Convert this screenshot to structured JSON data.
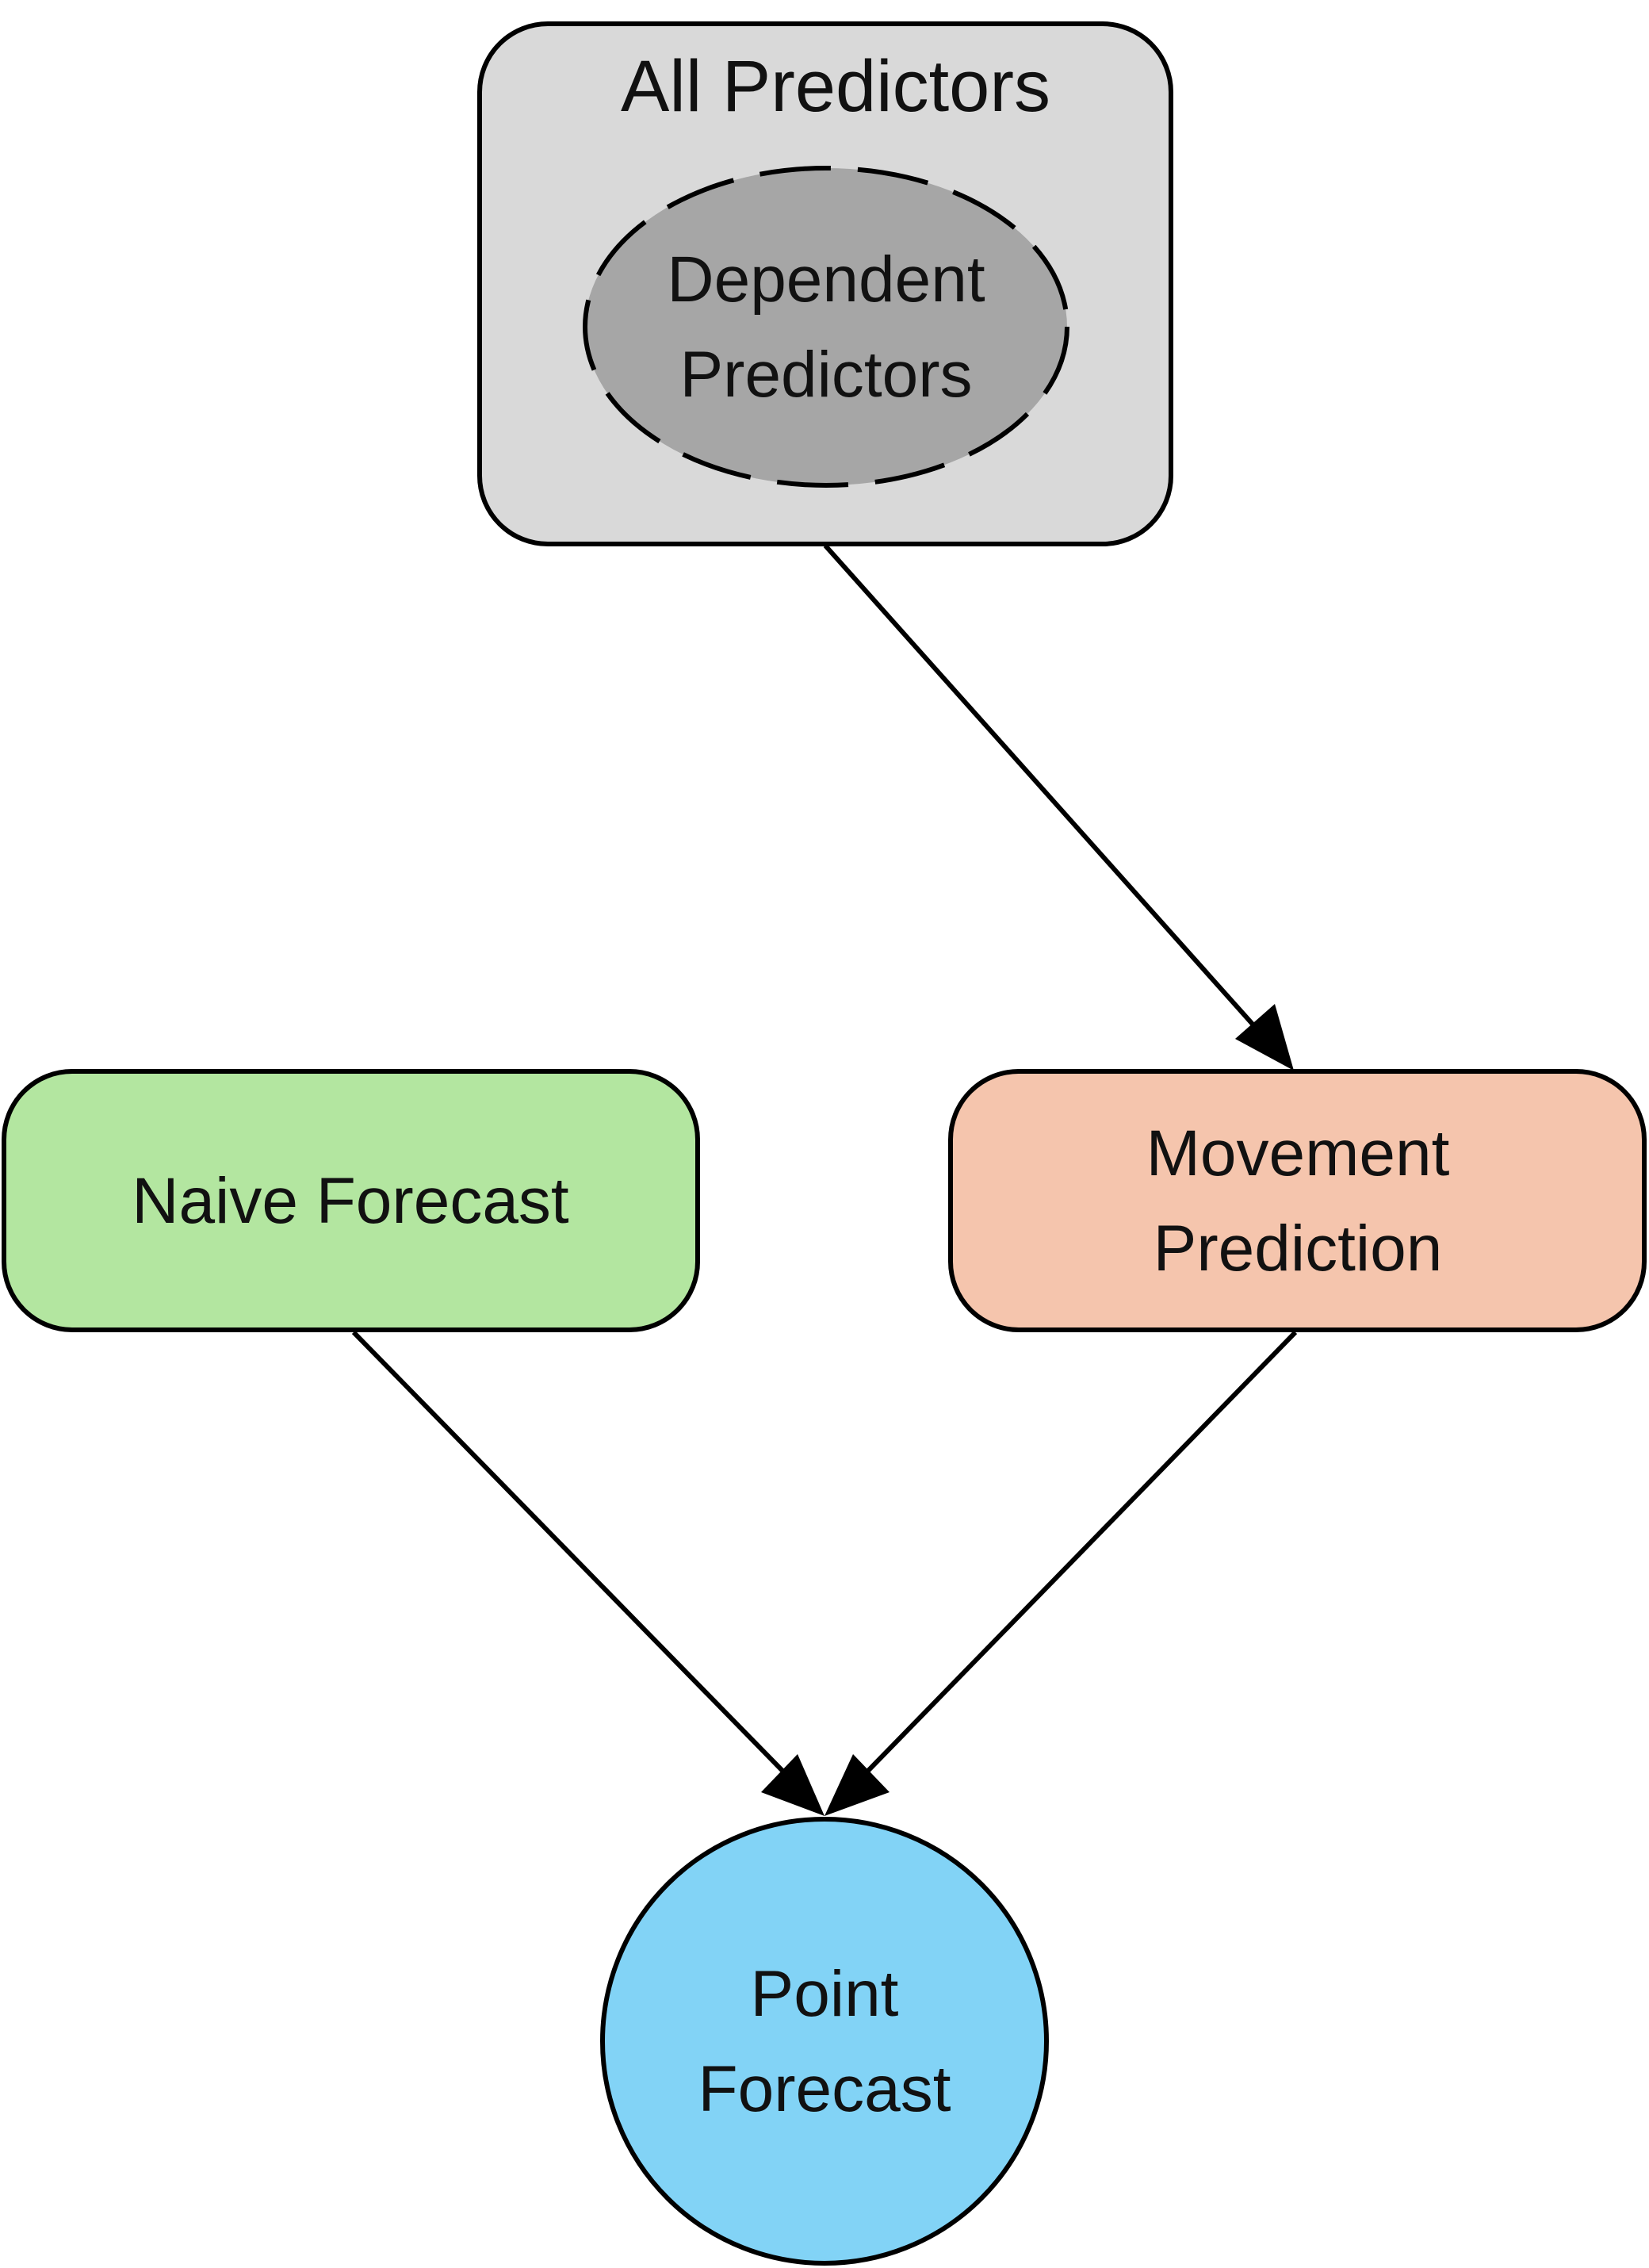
{
  "nodes": {
    "all_predictors": {
      "label": "All Predictors",
      "fill": "#d9d9d9"
    },
    "dependent_predictors": {
      "line1": "Dependent",
      "line2": "Predictors",
      "fill": "#a6a6a6"
    },
    "naive_forecast": {
      "label": "Naive Forecast",
      "fill": "#b3e6a0"
    },
    "movement_prediction": {
      "line1": "Movement",
      "line2": "Prediction",
      "fill": "#f5c5ad"
    },
    "point_forecast": {
      "line1": "Point",
      "line2": "Forecast",
      "fill": "#82d3f6"
    }
  },
  "edges": [
    {
      "from": "all_predictors",
      "to": "movement_prediction"
    },
    {
      "from": "naive_forecast",
      "to": "point_forecast"
    },
    {
      "from": "movement_prediction",
      "to": "point_forecast"
    }
  ],
  "colors": {
    "stroke": "#000000",
    "background": "#ffffff"
  }
}
